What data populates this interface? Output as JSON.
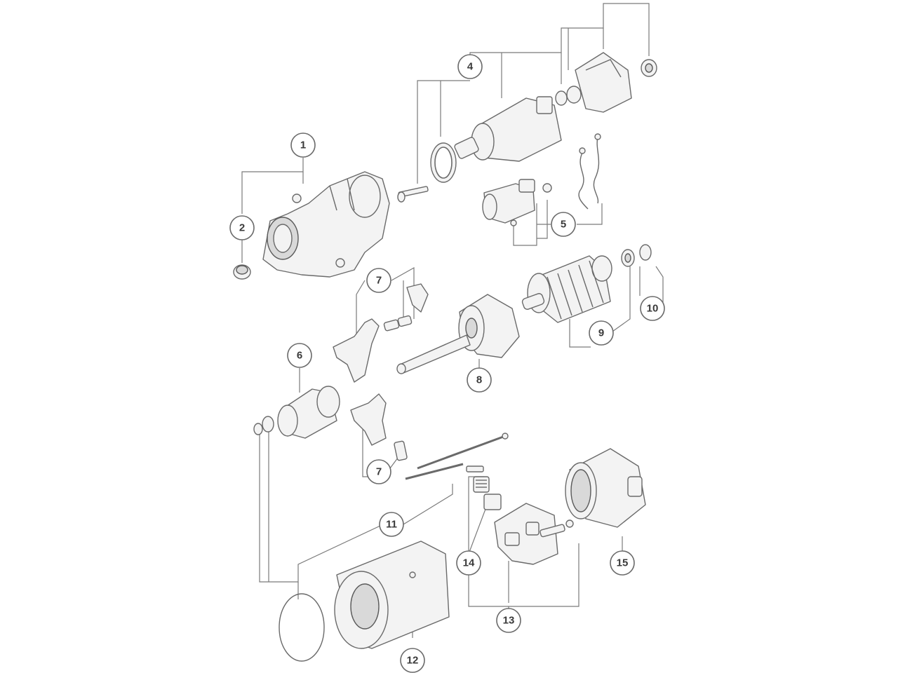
{
  "diagram": {
    "callouts": [
      {
        "id": "c1",
        "label": "1"
      },
      {
        "id": "c2",
        "label": "2"
      },
      {
        "id": "c4",
        "label": "4"
      },
      {
        "id": "c5",
        "label": "5"
      },
      {
        "id": "c6",
        "label": "6"
      },
      {
        "id": "c7a",
        "label": "7"
      },
      {
        "id": "c7b",
        "label": "7"
      },
      {
        "id": "c8",
        "label": "8"
      },
      {
        "id": "c9",
        "label": "9"
      },
      {
        "id": "c10",
        "label": "10"
      },
      {
        "id": "c11",
        "label": "11"
      },
      {
        "id": "c12",
        "label": "12"
      },
      {
        "id": "c13",
        "label": "13"
      },
      {
        "id": "c14",
        "label": "14"
      },
      {
        "id": "c15",
        "label": "15"
      }
    ]
  }
}
